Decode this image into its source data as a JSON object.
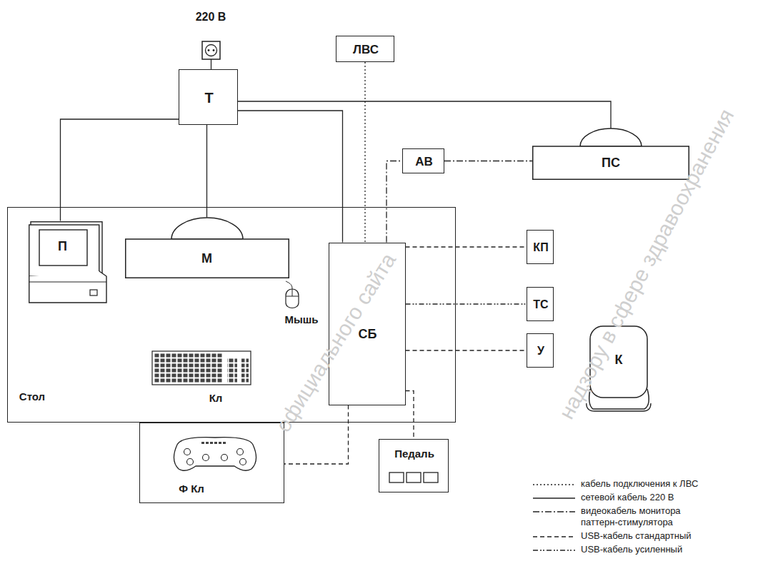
{
  "diagram": {
    "nodes": [
      {
        "text": [
          "Т"
        ]
      },
      {
        "text": [
          "ЛВС"
        ]
      },
      {
        "text": [
          "АВ"
        ]
      },
      {
        "text": [
          "ПС"
        ]
      },
      {
        "text": [
          "Стол"
        ]
      },
      {
        "text": [
          "П"
        ],
        "in": 4
      },
      {
        "text": [
          "М"
        ],
        "in": 4
      },
      {
        "text": [
          "СБ"
        ],
        "in": 4
      },
      {
        "text": [
          "КП"
        ]
      },
      {
        "text": [
          "ТС"
        ]
      },
      {
        "text": [
          "У"
        ]
      },
      {
        "text": [
          "К"
        ]
      },
      {
        "text": [
          "Ф Кл"
        ]
      },
      {
        "text": [
          "Педаль"
        ]
      }
    ],
    "edges": [
      {
        "from": 0,
        "to": 5,
        "arrow": "none"
      },
      {
        "from": 0,
        "to": 6,
        "arrow": "none"
      },
      {
        "from": 0,
        "to": 7,
        "arrow": "none"
      },
      {
        "from": 0,
        "to": 3,
        "arrow": "none"
      },
      {
        "from": 1,
        "to": 7,
        "arrow": "none"
      },
      {
        "from": 7,
        "to": 2,
        "arrow": "none"
      },
      {
        "from": 2,
        "to": 3,
        "arrow": "none"
      },
      {
        "from": 7,
        "to": 8,
        "arrow": "none"
      },
      {
        "from": 7,
        "to": 9,
        "arrow": "none"
      },
      {
        "from": 7,
        "to": 10,
        "arrow": "none"
      },
      {
        "from": 7,
        "to": 12,
        "arrow": "none"
      },
      {
        "from": 7,
        "to": 13,
        "arrow": "none"
      }
    ],
    "labels": [
      "220 В",
      "Мышь",
      "Кл",
      "официального сайта",
      "надзору в сфере здравоохранения"
    ],
    "legend": [
      {
        "text": "кабель подключения к ЛВС"
      },
      {
        "text": "сетевой кабель 220 В"
      },
      {
        "text": "видеокабель монитора паттерн-стимулятора"
      },
      {
        "text": "USB-кабель стандартный"
      },
      {
        "text": "USB-кабель усиленный"
      }
    ]
  }
}
